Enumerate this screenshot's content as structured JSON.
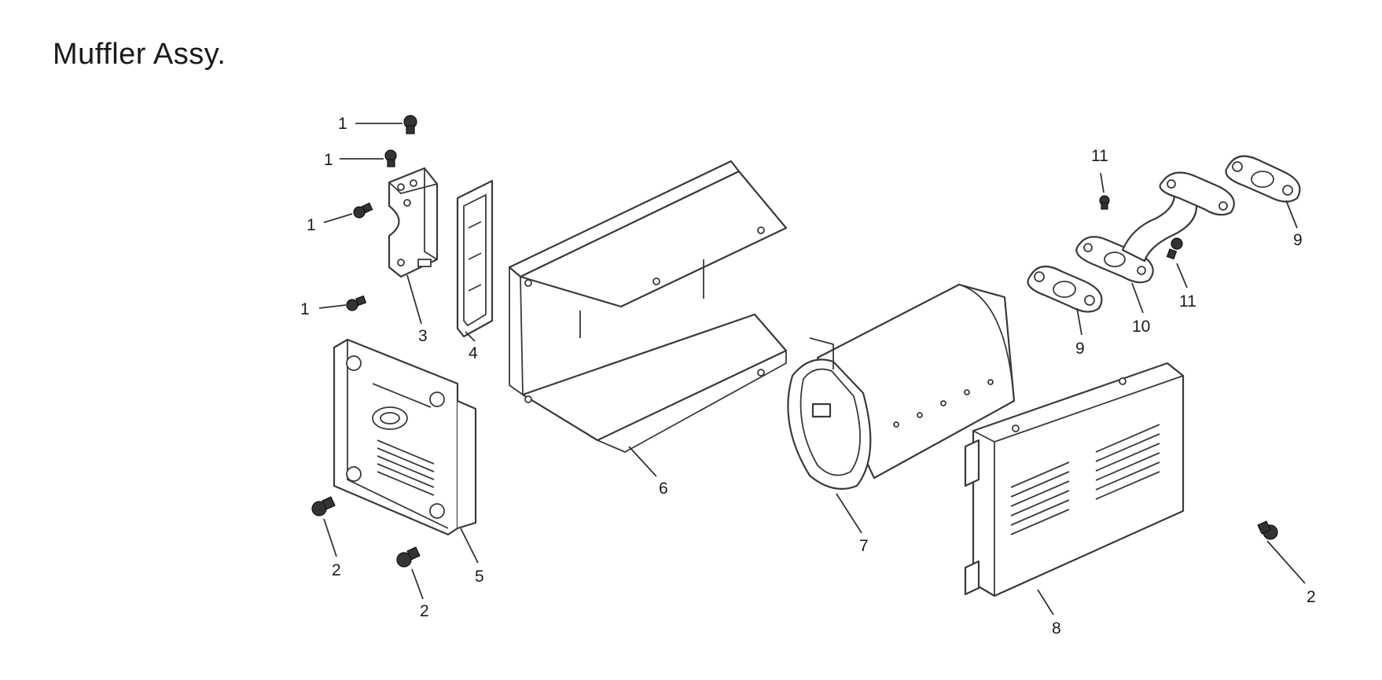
{
  "title": "Muffler Assy.",
  "callouts": [
    "1",
    "1",
    "1",
    "1",
    "2",
    "2",
    "2",
    "3",
    "4",
    "5",
    "6",
    "7",
    "8",
    "9",
    "9",
    "10",
    "11",
    "11"
  ]
}
